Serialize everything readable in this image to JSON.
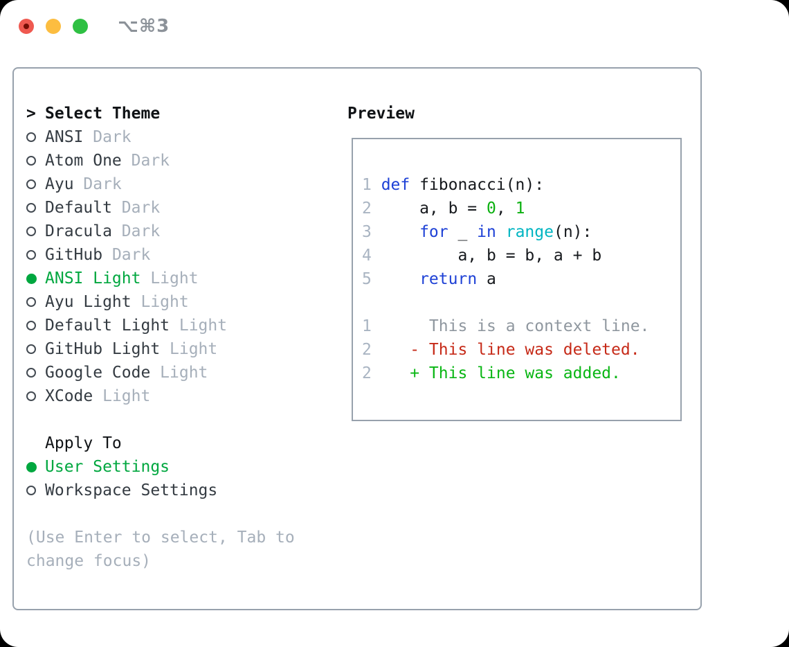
{
  "window": {
    "shortcut_label": "⌥⌘3"
  },
  "colors": {
    "border": "#97a1ac",
    "heading": "#101316",
    "name": "#343b42",
    "muted": "#a6afba",
    "green": "#00a73f",
    "kw": "#1e41d6",
    "fg": "#16191d",
    "num": "#0ab00f",
    "builtin": "#00b5c2",
    "ctx": "#8f979f",
    "del": "#c62a18",
    "add": "#09b614",
    "gutter": "#a9b4c2",
    "shortcut": "#8c9299",
    "light_red": "#ef5950",
    "light_yellow": "#fcbd40",
    "light_green": "#2fc043",
    "light_red_dot": "#750d04"
  },
  "panel": {
    "prompt": ">",
    "select_theme_title": "Select Theme",
    "themes": [
      {
        "name": "ANSI",
        "variant": "Dark",
        "selected": false
      },
      {
        "name": "Atom One",
        "variant": "Dark",
        "selected": false
      },
      {
        "name": "Ayu",
        "variant": "Dark",
        "selected": false
      },
      {
        "name": "Default",
        "variant": "Dark",
        "selected": false
      },
      {
        "name": "Dracula",
        "variant": "Dark",
        "selected": false
      },
      {
        "name": "GitHub",
        "variant": "Dark",
        "selected": false
      },
      {
        "name": "ANSI Light",
        "variant": "Light",
        "selected": true
      },
      {
        "name": "Ayu Light",
        "variant": "Light",
        "selected": false
      },
      {
        "name": "Default Light",
        "variant": "Light",
        "selected": false
      },
      {
        "name": "GitHub Light",
        "variant": "Light",
        "selected": false
      },
      {
        "name": "Google Code",
        "variant": "Light",
        "selected": false
      },
      {
        "name": "XCode",
        "variant": "Light",
        "selected": false
      }
    ],
    "apply_to_title": "Apply To",
    "apply_options": [
      {
        "label": "User Settings",
        "selected": true
      },
      {
        "label": "Workspace Settings",
        "selected": false
      }
    ],
    "hint_lines": [
      "(Use Enter to select, Tab to",
      "change focus)"
    ]
  },
  "preview": {
    "title": "Preview",
    "lines": [
      {
        "num": "1",
        "segments": [
          {
            "t": "def",
            "c": "kw"
          },
          {
            "t": " fibonacci(n):",
            "c": "fg"
          }
        ]
      },
      {
        "num": "2",
        "segments": [
          {
            "t": "    a, b = ",
            "c": "fg"
          },
          {
            "t": "0",
            "c": "num"
          },
          {
            "t": ", ",
            "c": "fg"
          },
          {
            "t": "1",
            "c": "num"
          }
        ]
      },
      {
        "num": "3",
        "segments": [
          {
            "t": "    ",
            "c": "fg"
          },
          {
            "t": "for",
            "c": "kw"
          },
          {
            "t": " _ ",
            "c": "fg"
          },
          {
            "t": "in",
            "c": "kw"
          },
          {
            "t": " ",
            "c": "fg"
          },
          {
            "t": "range",
            "c": "builtin"
          },
          {
            "t": "(n):",
            "c": "fg"
          }
        ]
      },
      {
        "num": "4",
        "segments": [
          {
            "t": "        a, b = b, a + b",
            "c": "fg"
          }
        ]
      },
      {
        "num": "5",
        "segments": [
          {
            "t": "    ",
            "c": "fg"
          },
          {
            "t": "return",
            "c": "kw"
          },
          {
            "t": " a",
            "c": "fg"
          }
        ]
      },
      {
        "num": "",
        "segments": []
      },
      {
        "num": "1",
        "segments": [
          {
            "t": "     This is a context line.",
            "c": "ctx"
          }
        ]
      },
      {
        "num": "2",
        "segments": [
          {
            "t": "   - This line was deleted.",
            "c": "del"
          }
        ]
      },
      {
        "num": "2",
        "segments": [
          {
            "t": "   + This line was added.",
            "c": "add"
          }
        ]
      }
    ]
  }
}
